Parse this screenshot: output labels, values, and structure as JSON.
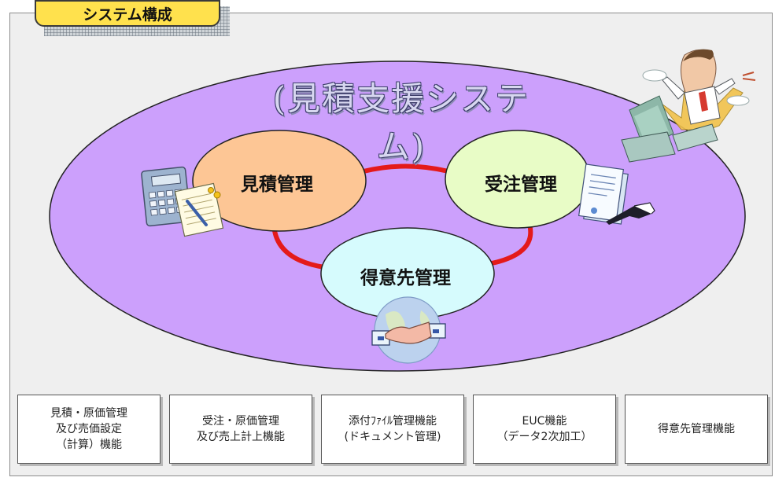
{
  "title_tab": "システム構成",
  "system_title": "(見積支援システム)",
  "modules": {
    "estimate": "見積管理",
    "order": "受注管理",
    "customer": "得意先管理"
  },
  "features": [
    "見積・原価管理\n及び売価設定\n（計算）機能",
    "受注・原価管理\n及び売上計上機能",
    "添付ﾌｧｲﾙ管理機能\n(ドキュメント管理)",
    "EUC機能\n（データ2次加工）",
    "得意先管理機能"
  ],
  "colors": {
    "outer_ellipse": "#cca0fc",
    "estimate_fill": "#fdc695",
    "order_fill": "#e8fcc6",
    "customer_fill": "#d6fbfd",
    "connector": "#e41a1a",
    "tab_fill": "#ffe14d"
  },
  "icons": [
    "calculator-icon",
    "contract-pen-icon",
    "handshake-globe-icon",
    "businessman-on-money-icon"
  ]
}
